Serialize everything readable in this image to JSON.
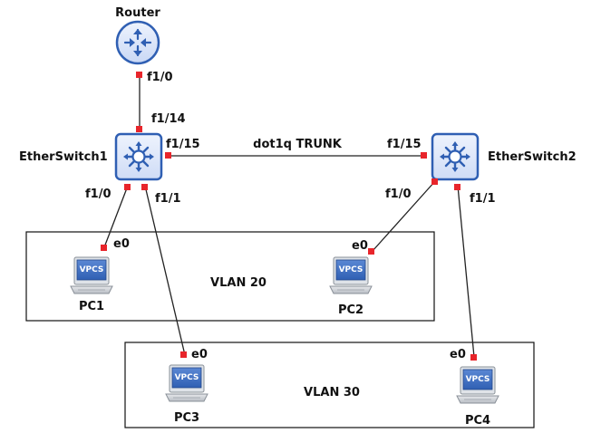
{
  "colors": {
    "port": "#e8252b",
    "device_blue": "#2f5fb3",
    "device_fill": "#dce7fb",
    "pc_screen": "#3c6ec2",
    "pc_body": "#cfd3d8"
  },
  "icons": {
    "router": "router-icon",
    "switch": "multilayer-switch-icon",
    "pc": "vpcs-pc-icon"
  },
  "devices": {
    "router": {
      "name": "Router"
    },
    "switch1": {
      "name": "EtherSwitch1"
    },
    "switch2": {
      "name": "EtherSwitch2"
    },
    "pc1": {
      "name": "PC1",
      "badge": "VPCS"
    },
    "pc2": {
      "name": "PC2",
      "badge": "VPCS"
    },
    "pc3": {
      "name": "PC3",
      "badge": "VPCS"
    },
    "pc4": {
      "name": "PC4",
      "badge": "VPCS"
    }
  },
  "ports": {
    "router_f10": "f1/0",
    "sw1_f114": "f1/14",
    "sw1_f115": "f1/15",
    "sw1_f10": "f1/0",
    "sw1_f11": "f1/1",
    "sw2_f115": "f1/15",
    "sw2_f10": "f1/0",
    "sw2_f11": "f1/1",
    "pc1_e0": "e0",
    "pc2_e0": "e0",
    "pc3_e0": "e0",
    "pc4_e0": "e0"
  },
  "links": {
    "trunk_label": "dot1q TRUNK"
  },
  "vlans": {
    "vlan20": "VLAN 20",
    "vlan30": "VLAN 30"
  }
}
